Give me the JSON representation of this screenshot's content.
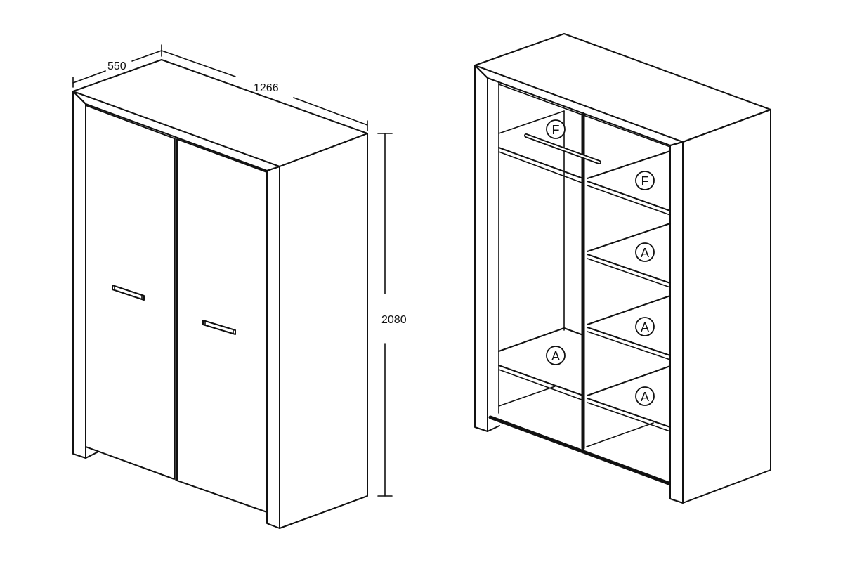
{
  "dimensions": {
    "depth": "550",
    "width": "1266",
    "height": "2080"
  },
  "part_labels": {
    "rod_shelf_left": "F",
    "shelf_right_top": "F",
    "shelf_right_2": "A",
    "shelf_right_3": "A",
    "shelf_left_bottom": "A",
    "shelf_right_bottom": "A"
  },
  "colors": {
    "line": "#111111",
    "background": "#ffffff"
  }
}
